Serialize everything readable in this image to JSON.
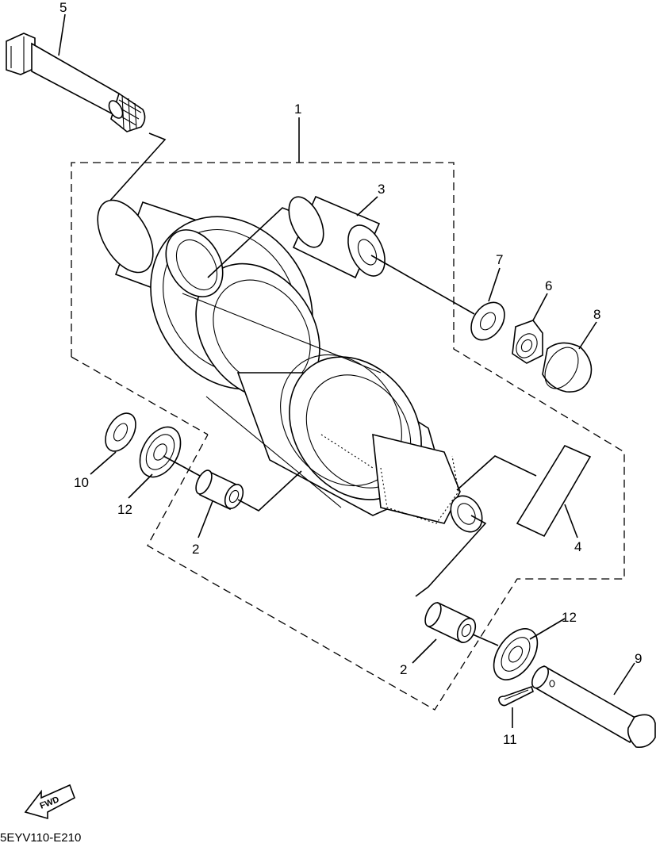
{
  "callouts": {
    "c1": "1",
    "c2a": "2",
    "c2b": "2",
    "c3": "3",
    "c4": "4",
    "c5": "5",
    "c6": "6",
    "c7": "7",
    "c8": "8",
    "c9": "9",
    "c10": "10",
    "c11": "11",
    "c12a": "12",
    "c12b": "12"
  },
  "fwd_label": "FWD",
  "diagram_code": "5EYV110-E210"
}
